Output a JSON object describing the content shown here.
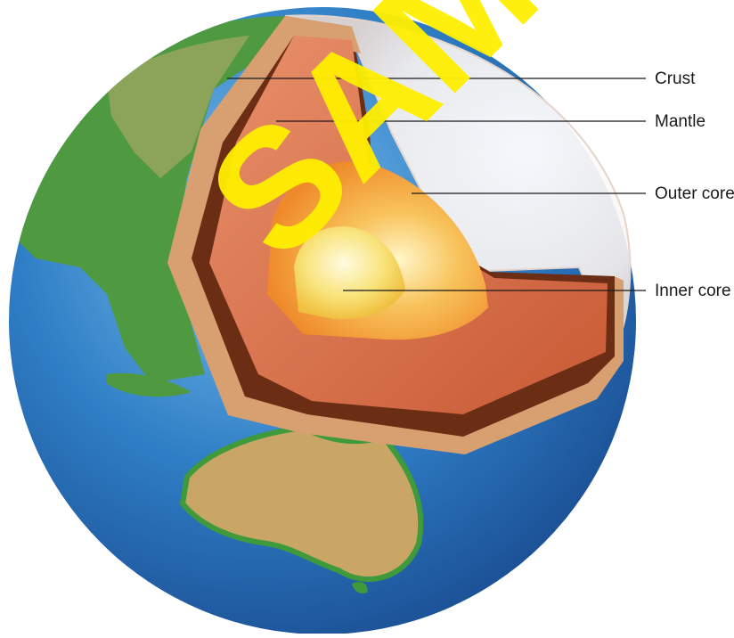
{
  "diagram": {
    "labels": {
      "crust": "Crust",
      "mantle": "Mantle",
      "outer_core": "Outer core",
      "inner_core": "Inner core"
    },
    "watermark": "SAMPLE"
  },
  "colors": {
    "ocean": "#2f7fc6",
    "land_green": "#3e9a3a",
    "land_tan": "#c8a15e",
    "crust": "#6b2e14",
    "mantle": "#d9744a",
    "outer_core": "#f2a23a",
    "inner_core": "#f7e27a",
    "watermark": "#ffef00"
  }
}
